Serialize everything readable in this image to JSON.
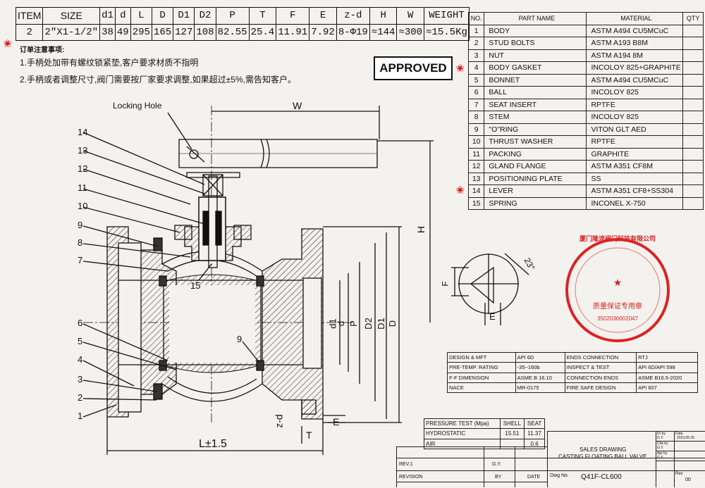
{
  "dimension_table": {
    "headers": [
      "ITEM",
      "SIZE",
      "d1",
      "d",
      "L",
      "D",
      "D1",
      "D2",
      "P",
      "T",
      "F",
      "E",
      "z-d",
      "H",
      "W",
      "WEIGHT"
    ],
    "row": [
      "2",
      "2\"X1-1/2\"",
      "38",
      "49",
      "295",
      "165",
      "127",
      "108",
      "82.55",
      "25.4",
      "11.91",
      "7.92",
      "8-Φ19",
      "≈144",
      "≈300",
      "≈15.5Kg"
    ]
  },
  "parts_table": {
    "headers": [
      "NO.",
      "PART NAME",
      "MATERIAL",
      "QTY"
    ],
    "rows": [
      {
        "no": "1",
        "name": "BODY",
        "material": "ASTM A494 CU5MCuC",
        "qty": ""
      },
      {
        "no": "2",
        "name": "STUD BOLTS",
        "material": "ASTM A193 B8M",
        "qty": ""
      },
      {
        "no": "3",
        "name": "NUT",
        "material": "ASTM A194 8M",
        "qty": ""
      },
      {
        "no": "4",
        "name": "BODY GASKET",
        "material": "INCOLOY 825+GRAPHITE",
        "qty": ""
      },
      {
        "no": "5",
        "name": "BONNET",
        "material": "ASTM A494 CU5MCuC",
        "qty": ""
      },
      {
        "no": "6",
        "name": "BALL",
        "material": "INCOLOY 825",
        "qty": ""
      },
      {
        "no": "7",
        "name": "SEAT INSERT",
        "material": "RPTFE",
        "qty": ""
      },
      {
        "no": "8",
        "name": "STEM",
        "material": "INCOLOY 825",
        "qty": ""
      },
      {
        "no": "9",
        "name": "\"O\"RING",
        "material": "VITON GLT AED",
        "qty": ""
      },
      {
        "no": "10",
        "name": "THRUST WASHER",
        "material": "RPTFE",
        "qty": ""
      },
      {
        "no": "11",
        "name": "PACKING",
        "material": "GRAPHITE",
        "qty": ""
      },
      {
        "no": "12",
        "name": "GLAND FLANGE",
        "material": "ASTM A351 CF8M",
        "qty": ""
      },
      {
        "no": "13",
        "name": "POSITIONING PLATE",
        "material": "SS",
        "qty": ""
      },
      {
        "no": "14",
        "name": "LEVER",
        "material": "ASTM A351 CF8+SS304",
        "qty": ""
      },
      {
        "no": "15",
        "name": "SPRING",
        "material": "INCONEL X-750",
        "qty": ""
      }
    ]
  },
  "notes": {
    "title": "订单注意事项:",
    "note1": "1.手柄处加带有螺纹锁紧垫,客户要求材质不指明",
    "note2": "2.手柄或者调整尺寸,阀门需要按厂家要求调整,如果超过±5%,需告知客户。"
  },
  "approved_stamp": "APPROVED",
  "drawing_labels": {
    "locking_hole": "Locking Hole",
    "W": "W",
    "H": "H",
    "L": "L±1.5",
    "T": "T",
    "E": "E",
    "zd": "z-d",
    "d1": "d1",
    "d": "d",
    "P": "P",
    "D2": "D2",
    "D1": "D1",
    "D": "D",
    "angle": "23°",
    "F": "F",
    "E2": "E",
    "callouts_left": [
      "14",
      "13",
      "12",
      "11",
      "10",
      "9",
      "8",
      "7",
      "6",
      "5",
      "4",
      "3",
      "2",
      "1"
    ],
    "callout_15": "15",
    "callout_9b": "9"
  },
  "seal": {
    "ring_text": "厦门隆流阀门科技有限公司",
    "inner_text": "质量保证专用章",
    "number": "3502030002047"
  },
  "spec_table": {
    "rows": [
      [
        "DESIGN & MFT",
        "API 6D",
        "ENDS CONNECTION",
        "RTJ"
      ],
      [
        "PRE-TEMP. RATING",
        "-35~160b",
        "INSPECT & TEST",
        "API 6D/API 598"
      ],
      [
        "F-F DIMENSION",
        "ASME B 16.10",
        "CONNECTION ENDS",
        "ASME B16.5-2020"
      ],
      [
        "NACE",
        "MR-0175",
        "FIRE SAFE DESIGN",
        "API 607"
      ]
    ]
  },
  "pressure_test": {
    "headers": [
      "PRESSURE TEST (Mpa)",
      "SHELL",
      "SEAT"
    ],
    "rows": [
      [
        "HYDROSTATIC",
        "15.51",
        "11.37"
      ],
      [
        "AIR",
        "",
        "0.6"
      ]
    ]
  },
  "title_block": {
    "drawing_title_1": "SALES DRAWING",
    "drawing_title_2": "CASTING FLOATING BALL VALVE",
    "drawing_no_label": "Dwg No.",
    "drawing_no": "Q41F-CL600",
    "rev_label": "REV.1",
    "gy": "G.Y.",
    "revision_label": "REVISION",
    "by_label": "BY",
    "date_label": "DATE",
    "dr_by": "Dr by",
    "dr_val": "G.Y.",
    "date_val": "2023.05.26",
    "chk_by": "Chk by",
    "chk_val": "G.Y.",
    "apr_by": "Apr by",
    "apr_val": "G.Y.",
    "date_lbl": "Date",
    "rev_lbl": "Rev",
    "rev_val": "00"
  }
}
